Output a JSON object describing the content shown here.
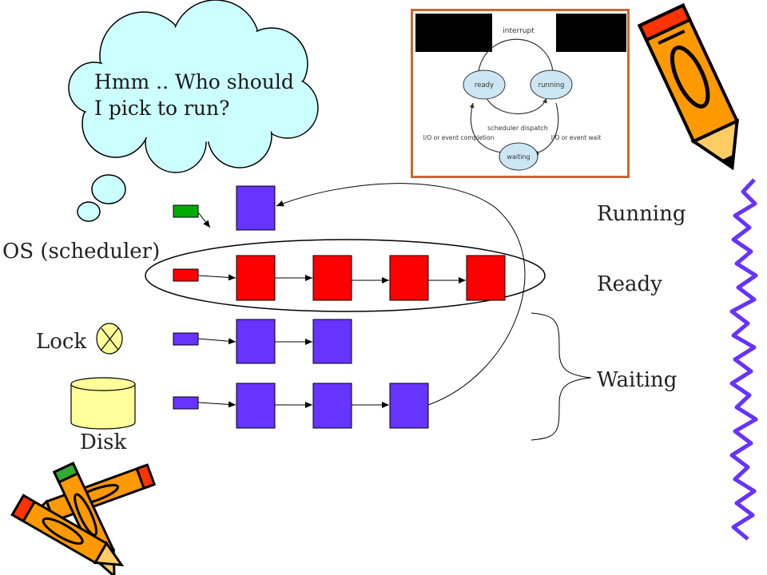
{
  "thought_bubble": {
    "line1": "Hmm .. Who should",
    "line2": "I pick to run?"
  },
  "labels": {
    "scheduler": "OS (scheduler)",
    "lock": "Lock",
    "disk": "Disk",
    "running": "Running",
    "ready": "Ready",
    "waiting": "Waiting"
  },
  "queues": [
    {
      "name": "running",
      "head_color": "#00aa00",
      "process_color": "#6633ff",
      "processes": 1
    },
    {
      "name": "ready",
      "head_color": "#ff0000",
      "process_color": "#ff0000",
      "processes": 4
    },
    {
      "name": "lock",
      "head_color": "#6633ff",
      "process_color": "#6633ff",
      "processes": 2
    },
    {
      "name": "disk",
      "head_color": "#6633ff",
      "process_color": "#6633ff",
      "processes": 3
    }
  ],
  "inset_diagram": {
    "border_color": "#cc6633",
    "states": [
      "ready",
      "running",
      "waiting"
    ],
    "transitions": {
      "interrupt": "interrupt",
      "dispatch": "scheduler dispatch",
      "io_completion": "I/O or event completion",
      "io_wait": "I/O or event wait"
    }
  },
  "colors": {
    "running_head": "#00aa00",
    "ready": "#ff0000",
    "process": "#6633ff",
    "bubble": "#ccffff",
    "disk": "#ffff99",
    "lock": "#ffff99",
    "pencil_orange": "#ff9900",
    "wavy_line": "#6633ff"
  }
}
